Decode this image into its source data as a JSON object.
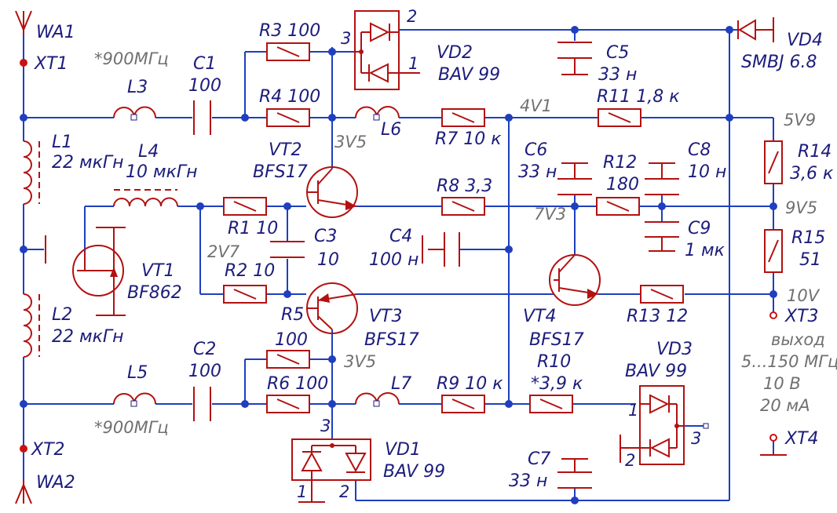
{
  "antennas": {
    "wa1": "WA1",
    "wa2": "WA2",
    "xt1": "XT1",
    "xt2": "XT2",
    "xt3": "XT3",
    "xt4": "XT4"
  },
  "inductors": {
    "l1": {
      "ref": "L1",
      "value": "22 мкГн"
    },
    "l2": {
      "ref": "L2",
      "value": "22 мкГн"
    },
    "l3": {
      "ref": "L3",
      "note": "*900МГц"
    },
    "l4": {
      "ref": "L4",
      "value": "10 мкГн"
    },
    "l5": {
      "ref": "L5",
      "note": "*900МГц"
    },
    "l6": {
      "ref": "L6"
    },
    "l7": {
      "ref": "L7"
    }
  },
  "capacitors": {
    "c1": {
      "ref": "C1",
      "value": "100"
    },
    "c2": {
      "ref": "C2",
      "value": "100"
    },
    "c3": {
      "ref": "C3",
      "value": "10"
    },
    "c4": {
      "ref": "C4",
      "value": "100 н"
    },
    "c5": {
      "ref": "C5",
      "value": "33 н"
    },
    "c6": {
      "ref": "C6",
      "value": "33 н"
    },
    "c7": {
      "ref": "C7",
      "value": "33 н"
    },
    "c8": {
      "ref": "C8",
      "value": "10 н"
    },
    "c9": {
      "ref": "C9",
      "value": "1 мк"
    }
  },
  "resistors": {
    "r1": "R1 10",
    "r2": "R2 10",
    "r3": "R3 100",
    "r4": "R4 100",
    "r5": {
      "ref": "R5",
      "value": "100"
    },
    "r6": "R6 100",
    "r7": "R7  10 к",
    "r8": "R8  3,3",
    "r9": "R9  10 к",
    "r10": {
      "ref": "R10",
      "value": "*3,9 к"
    },
    "r11": "R11 1,8 к",
    "r12": {
      "ref": "R12",
      "value": "180"
    },
    "r13": "R13  12",
    "r14": {
      "ref": "R14",
      "value": "3,6 к"
    },
    "r15": {
      "ref": "R15",
      "value": "51"
    }
  },
  "transistors": {
    "vt1": {
      "ref": "VT1",
      "type": "BF862"
    },
    "vt2": {
      "ref": "VT2",
      "type": "BFS17"
    },
    "vt3": {
      "ref": "VT3",
      "type": "BFS17"
    },
    "vt4": {
      "ref": "VT4",
      "type": "BFS17"
    }
  },
  "diodes": {
    "vd1": {
      "ref": "VD1",
      "type": "BAV 99"
    },
    "vd2": {
      "ref": "VD2",
      "type": "BAV 99"
    },
    "vd3": {
      "ref": "VD3",
      "type": "BAV 99"
    },
    "vd4": {
      "ref": "VD4",
      "type": "SMBJ 6.8"
    }
  },
  "pins": {
    "p1": "1",
    "p2": "2",
    "p3": "3"
  },
  "voltages": {
    "v4v1": "4V1",
    "v5v9": "5V9",
    "v9v5": "9V5",
    "v10v": "10V",
    "v3v5a": "3V5",
    "v3v5b": "3V5",
    "v2v7": "2V7",
    "v7v3": "7V3"
  },
  "output": {
    "label": "выход",
    "freq": "5...150 МГц",
    "volt": "10 В",
    "current": "20 мА"
  },
  "colors": {
    "wire": "#1f3fbf",
    "component": "#b31111",
    "label": "#1c1c7c",
    "note": "#707070",
    "terminal": "#cc1111"
  }
}
